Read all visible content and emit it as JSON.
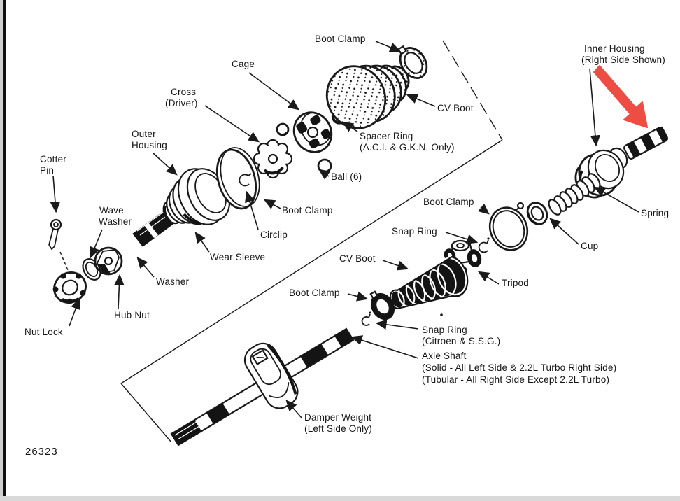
{
  "figure": {
    "number": "26323",
    "colors": {
      "ink": "#1a1a1a",
      "red_arrow": "#ee4d43",
      "background": "#ffffff"
    }
  },
  "labels": {
    "boot_clamp_top": "Boot Clamp",
    "cage": "Cage",
    "cross_line1": "Cross",
    "cross_line2": "(Driver)",
    "outer_housing_line1": "Outer",
    "outer_housing_line2": "Housing",
    "cotter_pin_line1": "Cotter",
    "cotter_pin_line2": "Pin",
    "wave_washer_line1": "Wave",
    "wave_washer_line2": "Washer",
    "washer": "Washer",
    "hub_nut": "Hub Nut",
    "nut_lock": "Nut Lock",
    "wear_sleeve": "Wear Sleeve",
    "circlip": "Circlip",
    "boot_clamp_upper": "Boot Clamp",
    "ball": "Ball (6)",
    "spacer_ring_line1": "Spacer Ring",
    "spacer_ring_line2": "(A.C.I. & G.K.N. Only)",
    "cv_boot_top": "CV Boot",
    "inner_housing_line1": "Inner Housing",
    "inner_housing_line2": "(Right Side Shown)",
    "spring": "Spring",
    "cup": "Cup",
    "boot_clamp_mid": "Boot Clamp",
    "snap_ring_mid": "Snap Ring",
    "tripod": "Tripod",
    "cv_boot_mid": "CV Boot",
    "boot_clamp_lower": "Boot Clamp",
    "snap_ring_citroen_line1": "Snap Ring",
    "snap_ring_citroen_line2": "(Citroen & S.S.G.)",
    "axle_shaft_line1": "Axle Shaft",
    "axle_shaft_line2": "(Solid - All Left Side & 2.2L Turbo Right Side)",
    "axle_shaft_line3": "(Tubular - All Right Side Except 2.2L Turbo)",
    "damper_weight_line1": "Damper Weight",
    "damper_weight_line2": "(Left Side Only)",
    "figure_number": "26323"
  }
}
